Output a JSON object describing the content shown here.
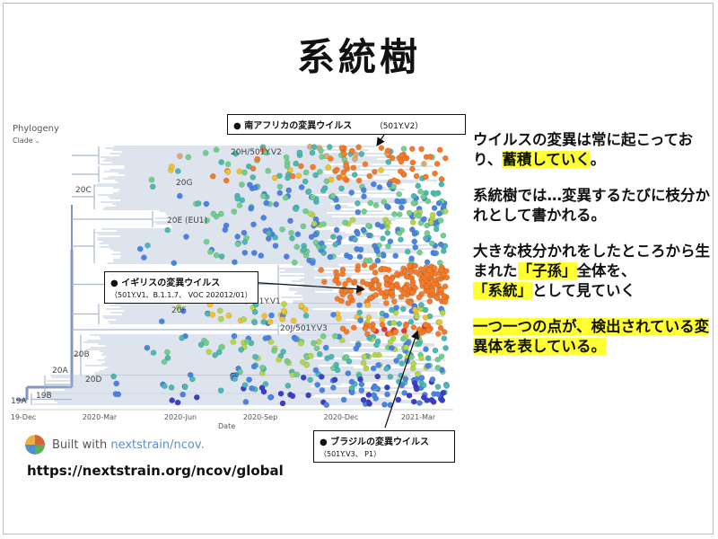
{
  "title": "系統樹",
  "tree": {
    "panel_label": "Phylogeny",
    "selector_label": "Clade",
    "axis_title": "Date",
    "axis_ticks": [
      "19-Dec",
      "2020-Mar",
      "2020-Jun",
      "2020-Sep",
      "2020-Dec",
      "2021-Mar"
    ],
    "clades": [
      "20H/501Y.V2",
      "20G",
      "20C",
      "20E (EU1)",
      "20I/501Y.V1",
      "20F",
      "20J/501Y.V3",
      "20B",
      "20D",
      "20A",
      "19B",
      "19A"
    ],
    "colors": {
      "branch": "#a9b6cf",
      "trunk": "#8096c4",
      "orange": "#f47b2a",
      "blue": "#4a83e6",
      "green": "#6fcf8e",
      "teal": "#4cb7b3",
      "yellow": "#f2c12e",
      "navy": "#3a3fc8",
      "red": "#e23a2a",
      "lime": "#b4d64b",
      "tan": "#d9a978"
    }
  },
  "callouts": {
    "south_africa": {
      "title": "南アフリカの変異ウイルス",
      "code": "（501Y.V2）"
    },
    "uk": {
      "title": "イギリスの変異ウイルス",
      "code": "（501Y.V1、B.1.1.7、 VOC 202012/01）"
    },
    "brazil": {
      "title": "ブラジルの変異ウイルス",
      "code": "（501Y.V3、 P1）"
    }
  },
  "footer": {
    "built_with": "Built with ",
    "nextstrain": "nextstrain/ncov.",
    "url": "https://nextstrain.org/ncov/global"
  },
  "explanation": {
    "p1_a": "ウイルスの変異は常に起こっており、",
    "p1_hl": "蓄積していく",
    "p1_b": "。",
    "p2": "系統樹では…変異するたびに枝分かれとして書かれる。",
    "p3_a": "大きな枝分かれをしたところから生まれた",
    "p3_hl1": "「子孫」",
    "p3_b": "全体を、",
    "p3_hl2": "「系統」",
    "p3_c": "として見ていく",
    "p4_hl": "一つ一つの点が、検出されている変異体を表している。"
  }
}
